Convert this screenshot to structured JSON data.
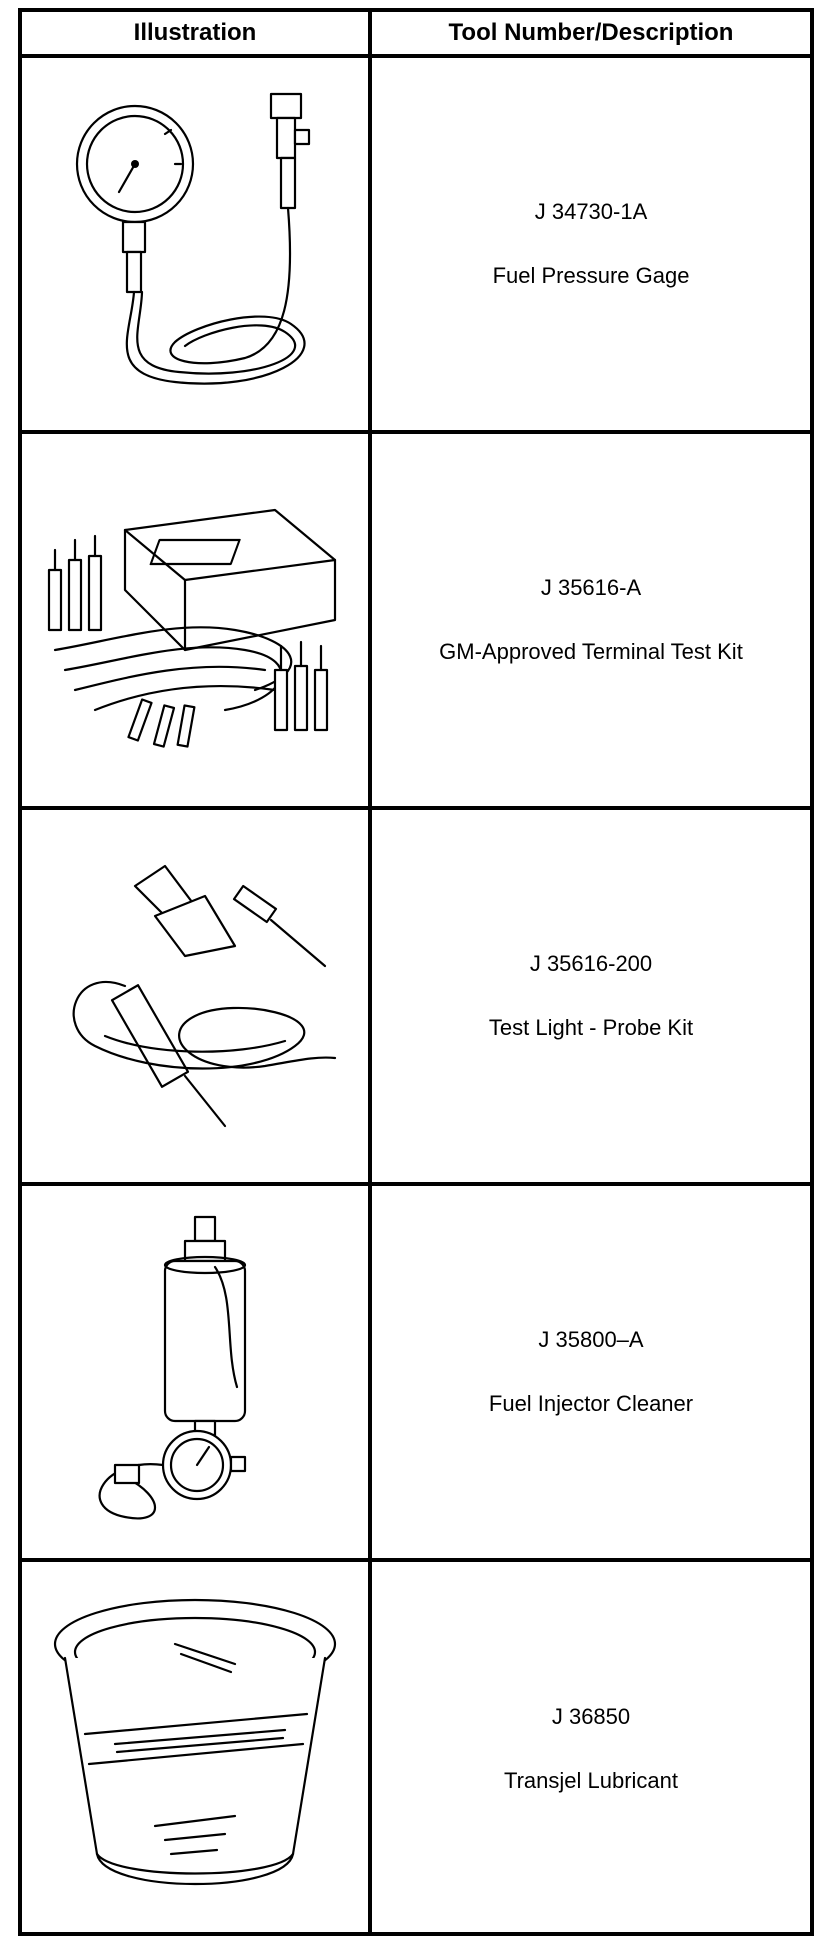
{
  "header": {
    "col1": "Illustration",
    "col2": "Tool Number/Description"
  },
  "rows": [
    {
      "tool_number": "J 34730-1A",
      "description": "Fuel Pressure Gage",
      "icon": "fuel-pressure-gage-icon"
    },
    {
      "tool_number": "J 35616-A",
      "description": "GM-Approved Terminal Test Kit",
      "icon": "terminal-test-kit-icon"
    },
    {
      "tool_number": "J 35616-200",
      "description": "Test Light - Probe Kit",
      "icon": "test-light-probe-kit-icon"
    },
    {
      "tool_number": "J 35800–A",
      "description": "Fuel Injector Cleaner",
      "icon": "fuel-injector-cleaner-icon"
    },
    {
      "tool_number": "J 36850",
      "description": "Transjel Lubricant",
      "icon": "transjel-lubricant-icon"
    }
  ]
}
